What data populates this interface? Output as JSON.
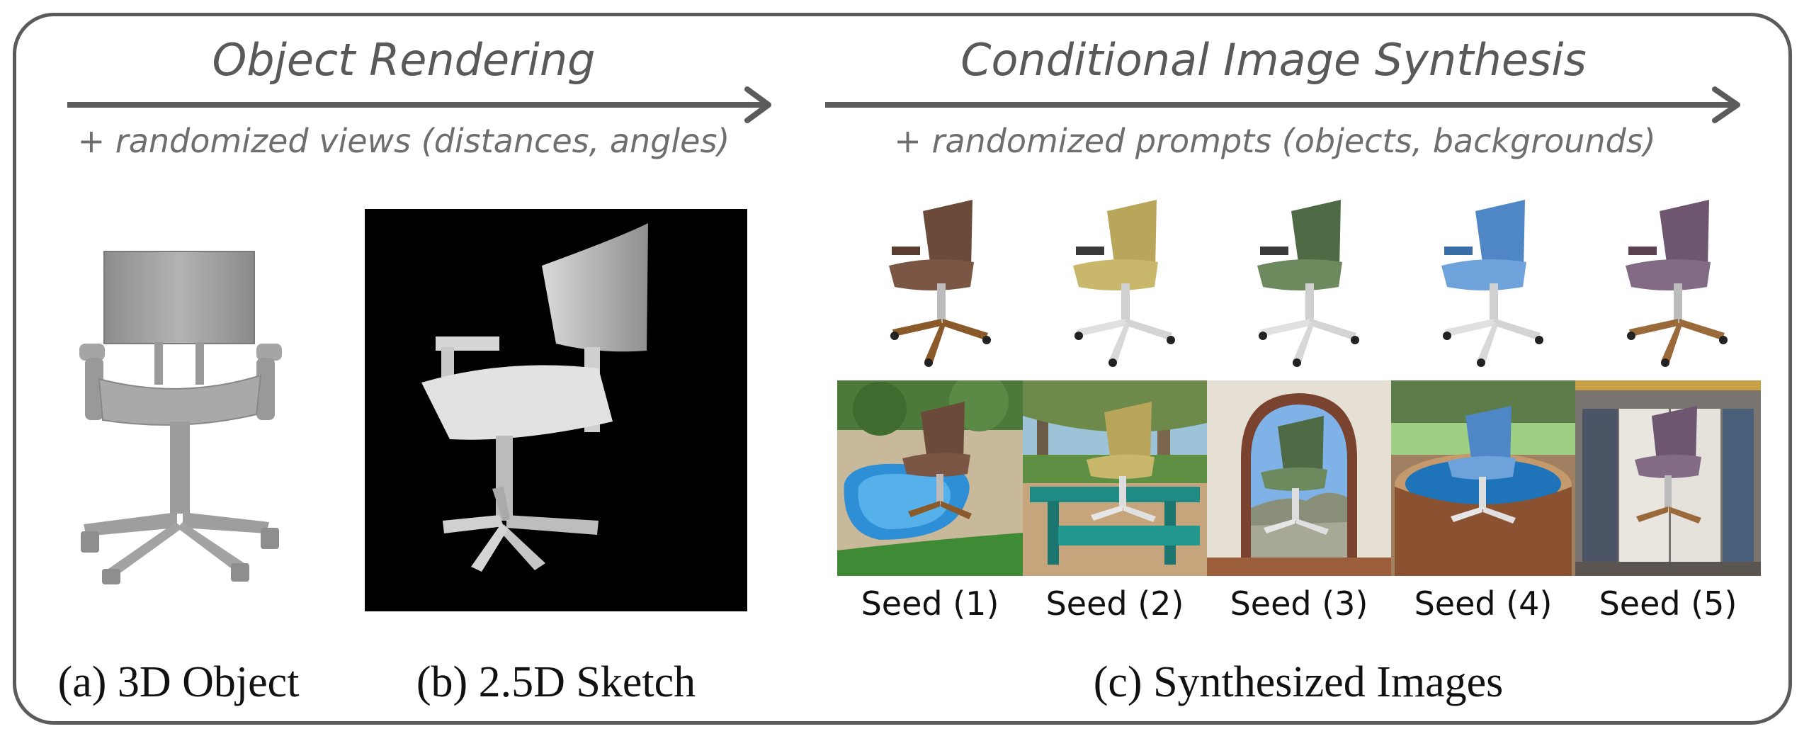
{
  "sections": {
    "rendering": {
      "title": "Object Rendering",
      "subtitle": "+ randomized views (distances, angles)"
    },
    "synthesis": {
      "title": "Conditional Image Synthesis",
      "subtitle": "+ randomized prompts (objects, backgrounds)"
    }
  },
  "captions": {
    "a": "(a) 3D Object",
    "b": "(b) 2.5D Sketch",
    "c": "(c) Synthesized Images"
  },
  "seeds": [
    "Seed (1)",
    "Seed (2)",
    "Seed (3)",
    "Seed (4)",
    "Seed (5)"
  ],
  "colors": {
    "frame": "#5b5b5b",
    "arrow": "#5b5b5b",
    "chair_variants": [
      "#6b4a3a",
      "#b9a65a",
      "#4f6b45",
      "#4f86c6",
      "#6e5670"
    ]
  }
}
